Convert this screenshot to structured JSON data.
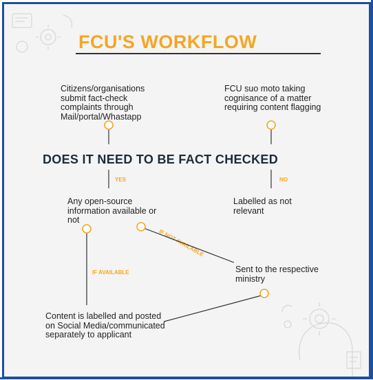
{
  "title": "FCU'S WORKFLOW",
  "nodes": {
    "citizens": "Citizens/organisations submit fact-check complaints through Mail/portal/Whastapp",
    "suo_moto": "FCU suo moto taking cognisance of a matter requiring content flagging",
    "question": "DOES IT NEED TO BE FACT CHECKED",
    "osint": "Any open-source information available or not",
    "labelled_not_relevant": "Labelled as not relevant",
    "sent_ministry": "Sent to the respective ministry",
    "content_labelled": "Content is labelled and posted on Social Media/communicated separately to applicant"
  },
  "labels": {
    "yes": "YES",
    "no": "NO",
    "if_not_available": "IF NOT AVAILABLE",
    "if_available": "IF AVAILABLE"
  },
  "colors": {
    "accent": "#f5a623",
    "frame": "#1d4f9c",
    "text": "#222222",
    "heading": "#1c2b3a"
  }
}
